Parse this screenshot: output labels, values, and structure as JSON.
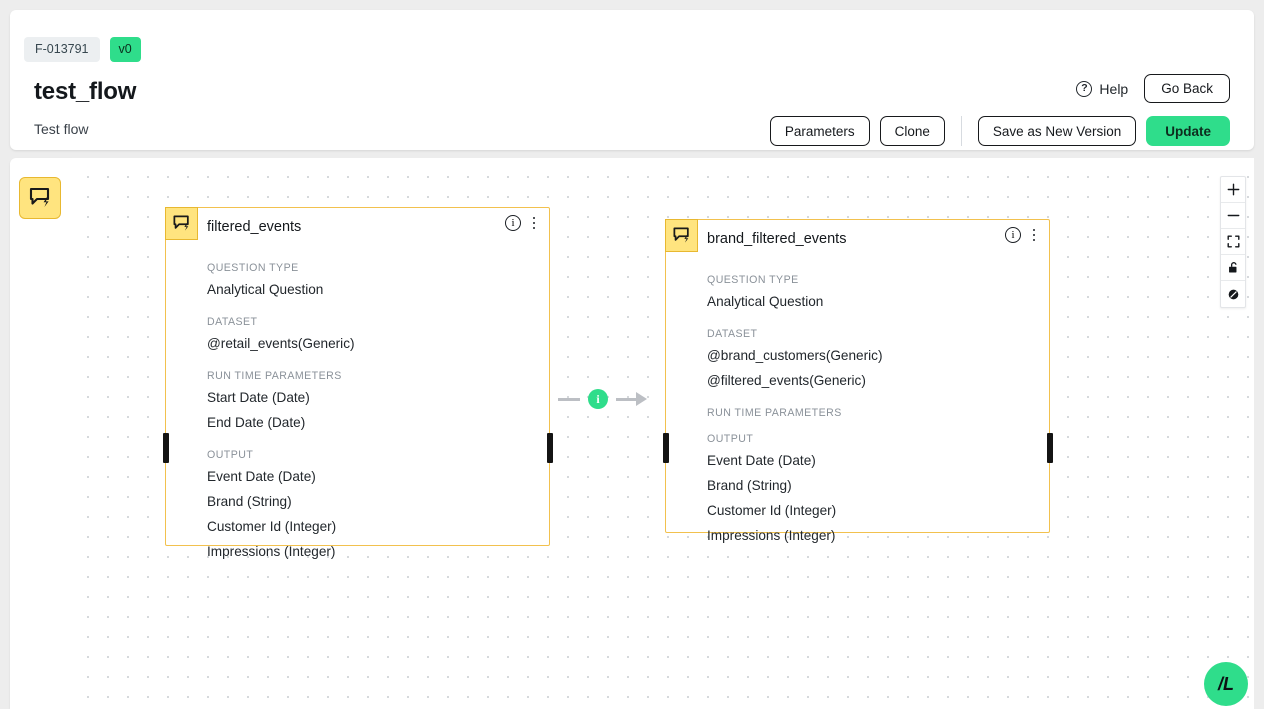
{
  "header": {
    "flow_id": "F-013791",
    "version_badge": "v0",
    "title": "test_flow",
    "description": "Test flow",
    "help_label": "Help",
    "go_back_label": "Go Back",
    "actions": [
      {
        "label": "Parameters",
        "name": "parameters-button",
        "primary": false
      },
      {
        "label": "Clone",
        "name": "clone-button",
        "primary": false
      },
      {
        "label": "Save as New Version",
        "name": "save-as-new-version-button",
        "primary": false
      },
      {
        "label": "Update",
        "name": "update-button",
        "primary": true
      }
    ]
  },
  "palette": {
    "item_icon": "question-node-icon"
  },
  "canvas": {
    "edge": {
      "badge": "i"
    },
    "controls": [
      {
        "name": "zoom-in-control",
        "glyph": "+"
      },
      {
        "name": "zoom-out-control",
        "glyph": "−"
      },
      {
        "name": "fit-view-control",
        "glyph": "⛶"
      },
      {
        "name": "lock-control",
        "glyph": "🔓"
      },
      {
        "name": "reset-control",
        "glyph": "✇"
      }
    ],
    "watermark": "/L",
    "nodes": [
      {
        "id": "filtered_events",
        "title": "filtered_events",
        "sections": [
          {
            "label": "QUESTION TYPE",
            "values": [
              "Analytical Question"
            ]
          },
          {
            "label": "DATASET",
            "values": [
              "@retail_events(Generic)"
            ]
          },
          {
            "label": "RUN TIME PARAMETERS",
            "values": [
              "Start Date (Date)",
              "End Date (Date)"
            ]
          },
          {
            "label": "OUTPUT",
            "values": [
              "Event Date (Date)",
              "Brand (String)",
              "Customer Id (Integer)",
              "Impressions (Integer)"
            ]
          }
        ]
      },
      {
        "id": "brand_filtered_events",
        "title": "brand_filtered_events",
        "sections": [
          {
            "label": "QUESTION TYPE",
            "values": [
              "Analytical Question"
            ]
          },
          {
            "label": "DATASET",
            "values": [
              "@brand_customers(Generic)",
              "@filtered_events(Generic)"
            ]
          },
          {
            "label": "RUN TIME PARAMETERS",
            "values": []
          },
          {
            "label": "OUTPUT",
            "values": [
              "Event Date (Date)",
              "Brand (String)",
              "Customer Id (Integer)",
              "Impressions (Integer)"
            ]
          }
        ]
      }
    ]
  },
  "colors": {
    "accent_green": "#2fdd8b",
    "node_border": "#f2c14e",
    "node_icon_bg": "#ffe47f"
  }
}
